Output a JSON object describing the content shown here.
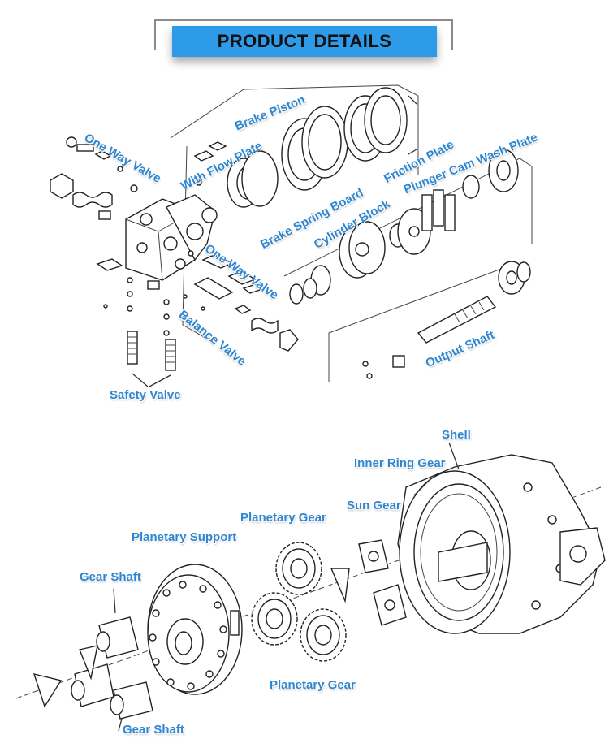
{
  "header": {
    "title": "PRODUCT DETAILS"
  },
  "top_diagram": {
    "labels": {
      "one_way_valve_1": "One Way Valve",
      "brake_piston": "Brake Piston",
      "with_flow_plate": "With Flow Plate",
      "friction_plate": "Friction Plate",
      "plunger_cam_wash_plate": "Plunger Cam Wash Plate",
      "brake_spring_board": "Brake Spring Board",
      "cylinder_block": "Cylinder Block",
      "one_way_valve_2": "One Way Valve",
      "balance_valve": "Balance Valve",
      "output_shaft": "Output Shaft",
      "safety_valve": "Safety Valve"
    }
  },
  "bottom_diagram": {
    "labels": {
      "shell": "Shell",
      "inner_ring_gear": "Inner Ring Gear",
      "sun_gear": "Sun Gear",
      "planetary_gear_top": "Planetary Gear",
      "planetary_support": "Planetary Support",
      "gear_shaft_top": "Gear Shaft",
      "planetary_gear_bottom": "Planetary Gear",
      "gear_shaft_bottom": "Gear Shaft"
    }
  }
}
